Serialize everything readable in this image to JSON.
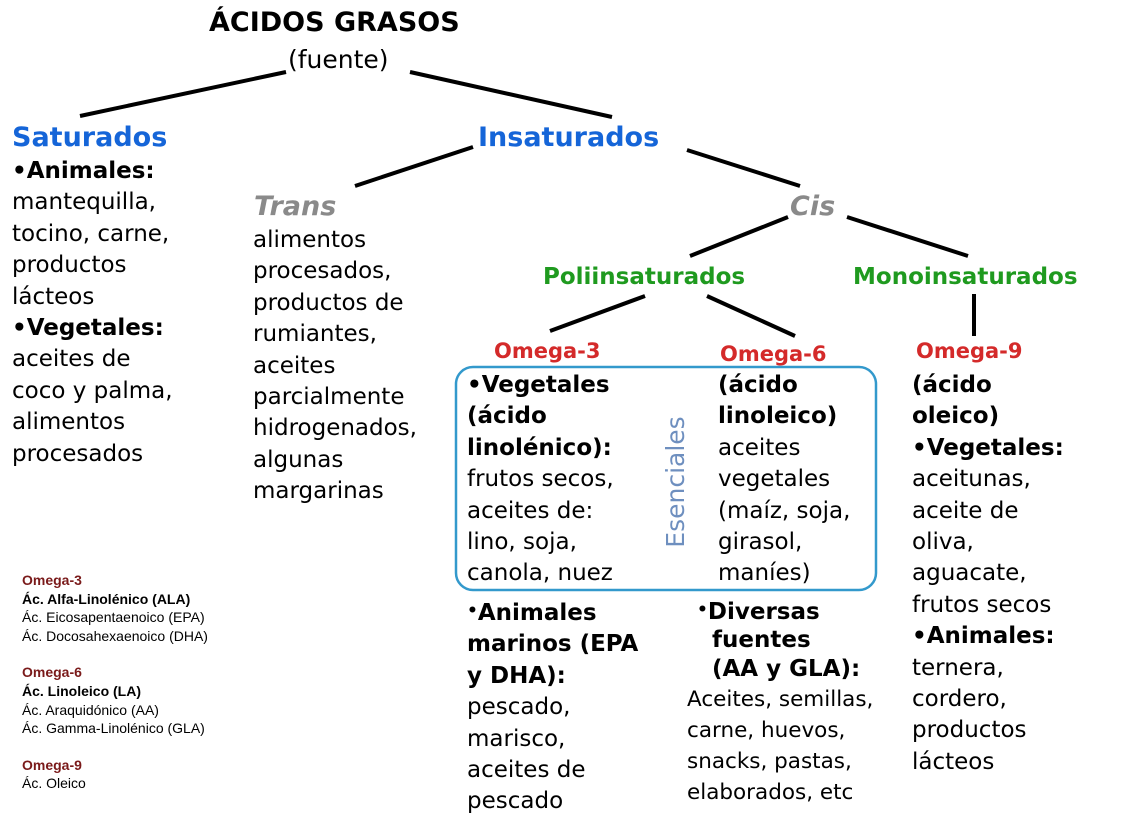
{
  "colors": {
    "blue": "#1565d8",
    "green": "#1f9a1f",
    "red": "#d42a2a",
    "gray": "#8a8a8a",
    "essentials": "#6e8fbf",
    "box": "#3399cc",
    "legend_heading": "#7a1a1a"
  },
  "title": "ÁCIDOS GRASOS",
  "subtitle": "(fuente)",
  "saturados": {
    "heading": "Saturados",
    "lines": [
      "•Animales:",
      "mantequilla,",
      "tocino, carne,",
      "productos",
      "lácteos",
      "•Vegetales:",
      "aceites de",
      "coco y palma,",
      "alimentos",
      "procesados"
    ]
  },
  "insaturados": {
    "heading": "Insaturados"
  },
  "trans": {
    "heading": "Trans",
    "lines": [
      "alimentos",
      "procesados,",
      "productos de",
      "rumiantes,",
      "aceites",
      "parcialmente",
      "hidrogenados,",
      "algunas",
      "margarinas"
    ]
  },
  "cis": {
    "heading": "Cis"
  },
  "poliinsaturados": {
    "heading": "Poliinsaturados"
  },
  "monoinsaturados": {
    "heading": "Monoinsaturados"
  },
  "omega3": {
    "heading": "Omega-3",
    "vegetales": [
      "•Vegetales",
      "(ácido",
      "linolénico):",
      "frutos secos,",
      "aceites de:",
      "lino, soja,",
      "canola, nuez"
    ],
    "animales_bullet": "•",
    "animales_heading": "Animales",
    "animales": [
      "marinos (EPA",
      "y DHA):",
      "pescado,",
      "marisco,",
      "aceites de",
      "pescado"
    ]
  },
  "omega6": {
    "heading": "Omega-6",
    "box": [
      "(ácido",
      "linoleico)",
      "aceites",
      "vegetales",
      "(maíz, soja,",
      "girasol,",
      "maníes)"
    ],
    "diversas_bullet": "•",
    "diversas_heading": "Diversas",
    "diversas": [
      "fuentes",
      "(AA y GLA):",
      "Aceites, semillas,",
      "carne, huevos,",
      "snacks, pastas,",
      "elaborados, etc"
    ]
  },
  "omega9": {
    "heading": "Omega-9",
    "lines": [
      "(ácido",
      "oleico)",
      "•Vegetales:",
      "aceitunas,",
      "aceite de",
      "oliva,",
      "aguacate,",
      "frutos secos",
      "•Animales:",
      "ternera,",
      "cordero,",
      "productos",
      "lácteos"
    ]
  },
  "esenciales": "Esenciales",
  "legend": [
    {
      "heading": "Omega-3",
      "items": [
        "Ác. Alfa-Linolénico (ALA)",
        "Ác. Eicosapentaenoico (EPA)",
        "Ác. Docosahexaenoico (DHA)"
      ],
      "bold_first": true
    },
    {
      "heading": "Omega-6",
      "items": [
        "Ác. Linoleico (LA)",
        "Ác. Araquidónico (AA)",
        "Ác. Gamma-Linolénico (GLA)"
      ],
      "bold_first": true
    },
    {
      "heading": "Omega-9",
      "items": [
        "Ác. Oleico"
      ],
      "bold_first": false
    }
  ]
}
